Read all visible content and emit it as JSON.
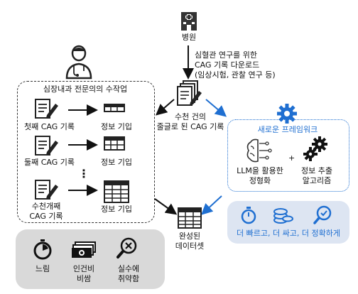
{
  "hospital": {
    "label": "병원"
  },
  "download_note": {
    "line1": "심혈관 연구를 위한",
    "line2": "CAG 기록 다운로드",
    "line3": "(임상시험, 관찰 연구 등)"
  },
  "manual": {
    "title": "심장내과 전문의의 수작업",
    "row1_label": "첫째 CAG 기록",
    "row2_label": "둘째 CAG 기록",
    "row3_label_line1": "수천개째",
    "row3_label_line2": "CAG 기록",
    "entry_label": "정보 기입",
    "ellipsis": "⋮"
  },
  "center_docs": {
    "line1": "수천 건의",
    "line2": "줄글로 된 CAG 기록"
  },
  "framework": {
    "title": "새로운 프레임워크",
    "llm_line1": "LLM을 활용한",
    "llm_line2": "정형화",
    "plus": "+",
    "algo_line1": "정보 추출",
    "algo_line2": "알고리즘"
  },
  "final": {
    "line1": "완성된",
    "line2": "데이터셋"
  },
  "problems": {
    "slow": "느림",
    "cost_line1": "인건비",
    "cost_line2": "비쌈",
    "error_line1": "실수에",
    "error_line2": "취약함"
  },
  "benefits": {
    "text": "더 빠르고, 더 싸고, 더 정확하게"
  },
  "colors": {
    "blue": "#1f6fd1",
    "gray_panel": "#d9d9d9",
    "blue_panel": "#dde5f2"
  }
}
